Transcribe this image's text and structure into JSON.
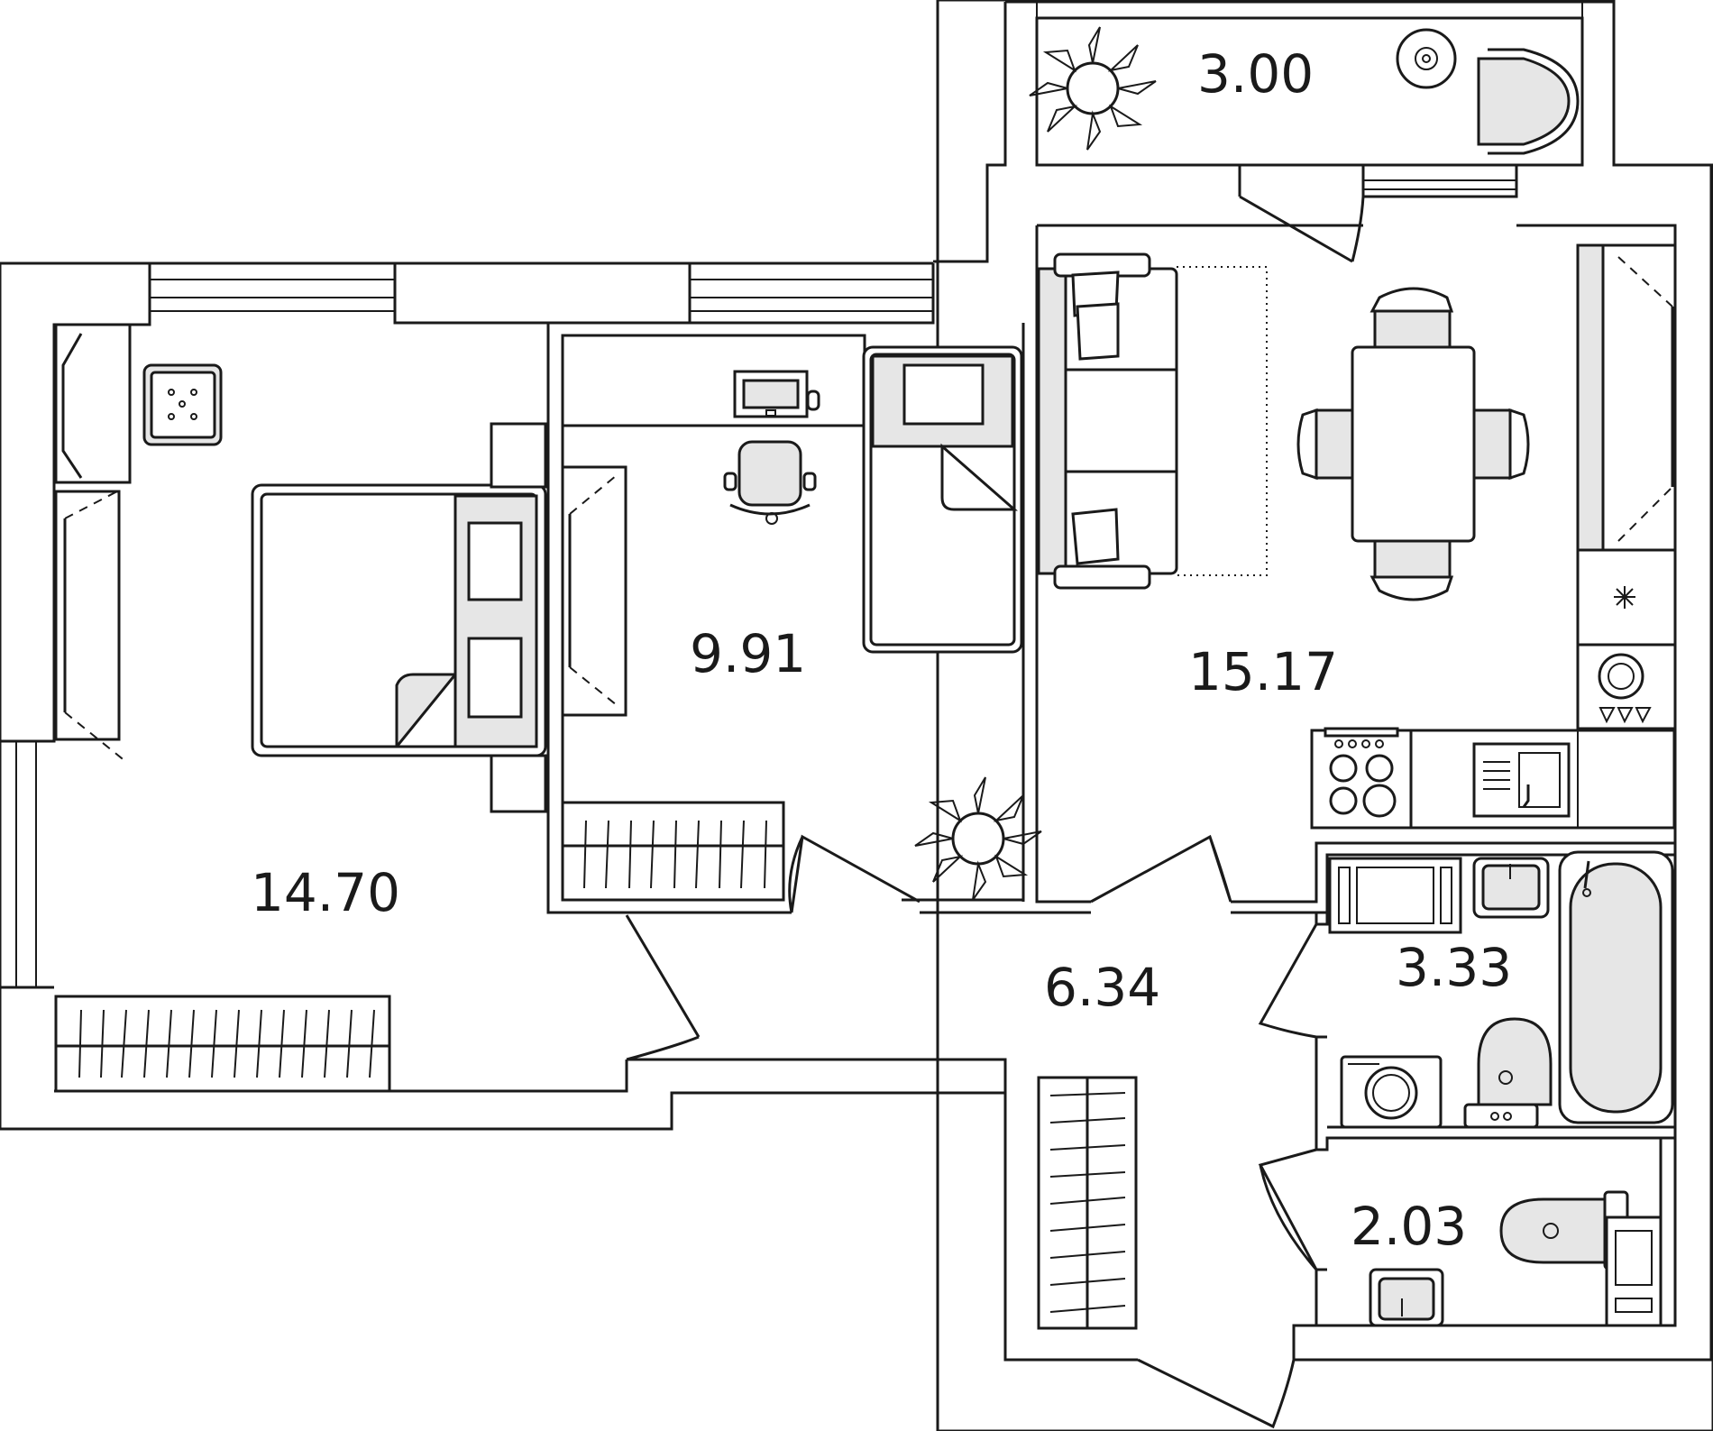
{
  "rooms": {
    "balcony": {
      "area": "3.00"
    },
    "living_kitchen": {
      "area": "15.17"
    },
    "bedroom": {
      "area": "14.70"
    },
    "kids_room": {
      "area": "9.91"
    },
    "hallway": {
      "area": "6.34"
    },
    "bathroom": {
      "area": "3.33"
    },
    "toilet": {
      "area": "2.03"
    }
  },
  "colors": {
    "line": "#1a1a1a",
    "fill_accent": "#e6e6e6",
    "background": "#ffffff"
  }
}
